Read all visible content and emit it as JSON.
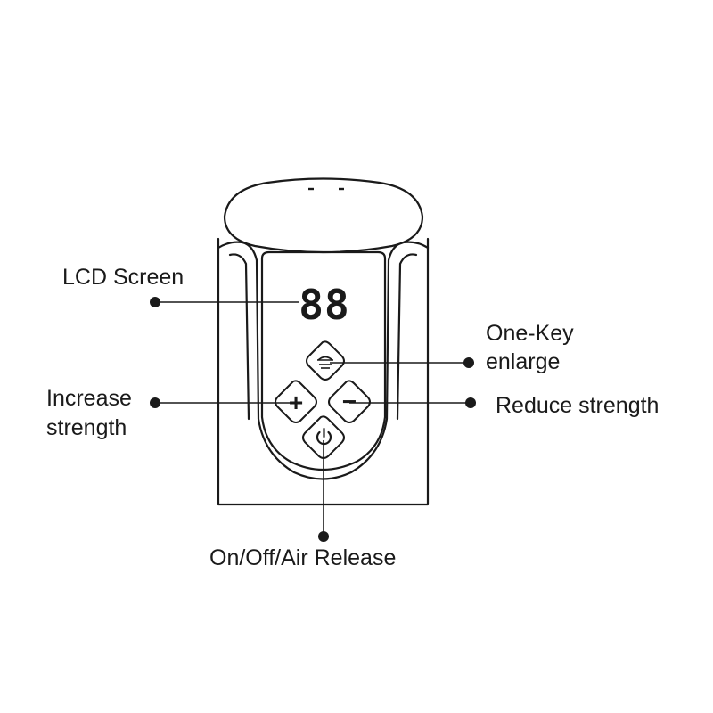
{
  "display": {
    "digits": "88"
  },
  "labels": {
    "lcd_screen": "LCD Screen",
    "one_key_line1": "One-Key",
    "one_key_line2": "enlarge",
    "increase_line1": "Increase",
    "increase_line2": "strength",
    "reduce": "Reduce strength",
    "power": "On/Off/Air Release"
  },
  "buttons": {
    "increase_symbol": "+",
    "reduce_symbol": "−"
  },
  "icons": {
    "enlarge": "nipple-enlarge-icon",
    "power": "power-icon"
  },
  "colors": {
    "stroke": "#1a1a1a",
    "background": "#ffffff",
    "dot": "#1a1a1a"
  }
}
